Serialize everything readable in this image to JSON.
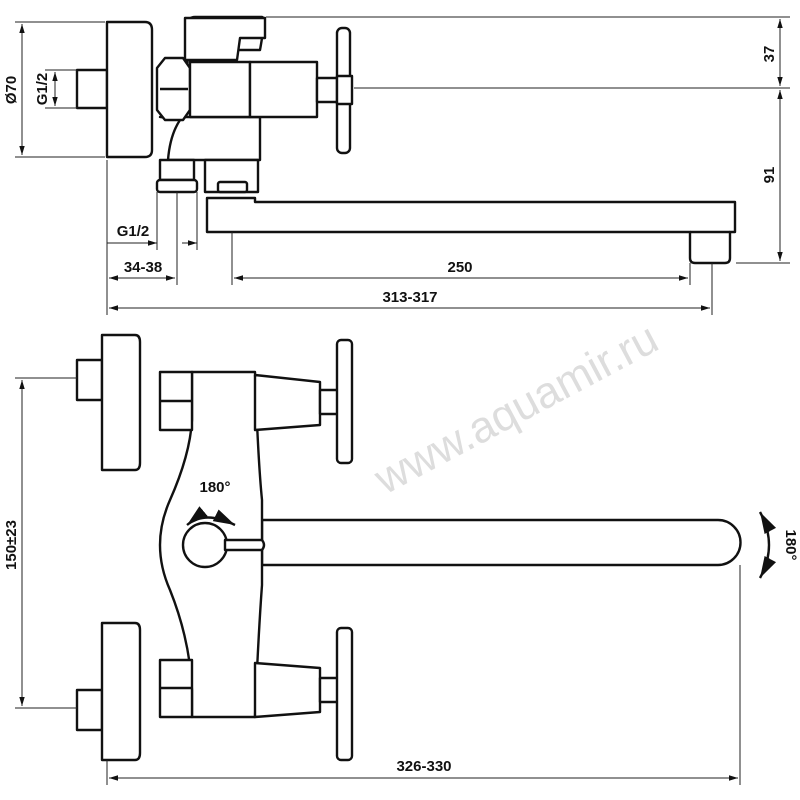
{
  "watermark": "www.aquamir.ru",
  "top_view": {
    "dims": {
      "diameter": "Ø70",
      "inlet_thread": "G1/2",
      "outlet_thread": "G1/2",
      "inlet_offset": "34-38",
      "spout_reach": "250",
      "overall_length": "313-317",
      "handle_height": "37",
      "spout_drop": "91"
    }
  },
  "front_view": {
    "dims": {
      "center_distance": "150±23",
      "overall_length": "326-330",
      "diverter_rotation": "180°",
      "spout_rotation": "180°"
    }
  }
}
